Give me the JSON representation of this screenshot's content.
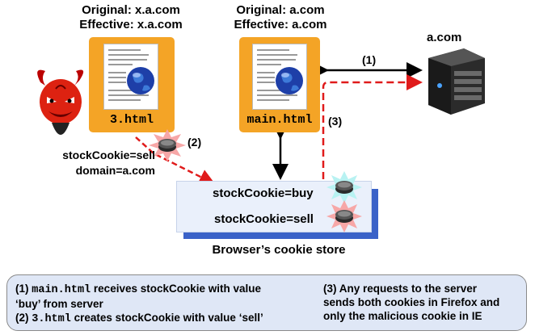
{
  "left_page": {
    "origin_label": "Original: x.a.com",
    "effective_label": "Effective: x.a.com",
    "filename": "3.html"
  },
  "mid_page": {
    "origin_label": "Original: a.com",
    "effective_label": "Effective: a.com",
    "filename": "main.html"
  },
  "server": {
    "label": "a.com"
  },
  "arrows": {
    "one": "(1)",
    "two": "(2)",
    "three": "(3)"
  },
  "attacker_cookie": {
    "line1": "stockCookie=sell",
    "line2": "domain=a.com"
  },
  "cookie_store": {
    "caption": "Browser’s cookie store",
    "entries": [
      "stockCookie=buy",
      "stockCookie=sell"
    ]
  },
  "notes": {
    "n1_num": "(1) ",
    "n1_file": "main.html",
    "n1_rest": " receives stockCookie with value",
    "n1_line2": "‘buy’ from server",
    "n2_num": "(2) ",
    "n2_file": "3.html",
    "n2_rest": " creates stockCookie with value ‘sell’",
    "n3_line1": "(3) Any requests to the server",
    "n3_line2": "sends both cookies in Firefox and",
    "n3_line3": "only the malicious cookie in IE"
  },
  "colors": {
    "doc_bg": "#f4a426",
    "store_shadow": "#3a62c8",
    "store_front": "#eaf0fb",
    "note_bg": "#dfe7f6",
    "attack_arrow": "#e01b1b"
  },
  "icons": [
    "devil-icon",
    "document-icon",
    "globe-icon",
    "server-icon",
    "cookie-icon"
  ]
}
